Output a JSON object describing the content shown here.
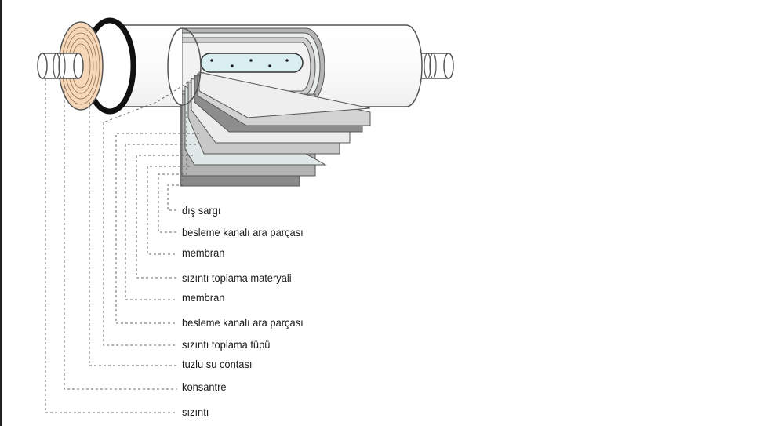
{
  "labels": {
    "dis_sargi": "dış sargı",
    "besleme_1": "besleme kanalı ara parçası",
    "membran_1": "membran",
    "sizinti_toplama_materyali": "sızıntı toplama materyali",
    "membran_2": "membran",
    "besleme_2": "besleme kanalı ara parçası",
    "sizinti_toplama_tupu": "sızıntı toplama tüpü",
    "tuzlu_su_contasi": "tuzlu su contası",
    "konsantre": "konsantre",
    "sizinti": "sızıntı"
  }
}
